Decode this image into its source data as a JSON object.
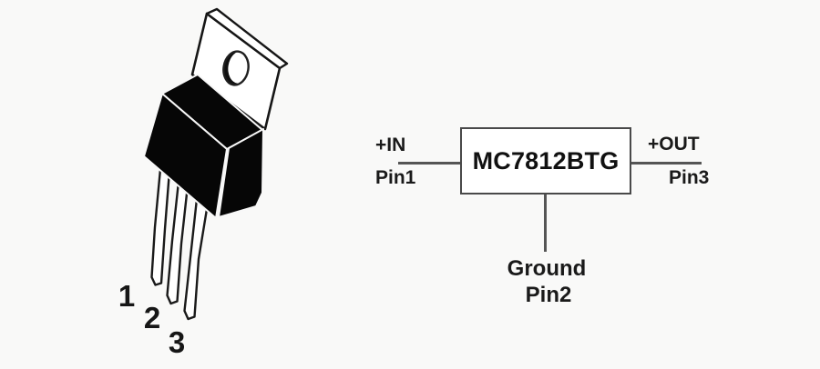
{
  "page": {
    "background_color": "#f9f9f8"
  },
  "package_diagram": {
    "description": "TO-220 package 3D illustration",
    "pin_number_labels": [
      "1",
      "2",
      "3"
    ],
    "colors": {
      "body": "#060606",
      "outline": "#161616",
      "metal_tab": "#ffffff",
      "face_separator": "#f8f8f8"
    }
  },
  "block_diagram": {
    "part_number": "MC7812BTG",
    "pins": {
      "left": {
        "signal": "+IN",
        "pin": "Pin1"
      },
      "right": {
        "signal": "+OUT",
        "pin": "Pin3"
      },
      "bottom": {
        "signal": "Ground",
        "pin": "Pin2"
      }
    },
    "colors": {
      "box_border": "#494949",
      "box_fill": "#ffffff",
      "lead_line": "#555555",
      "text": "#1a1a1a"
    }
  }
}
